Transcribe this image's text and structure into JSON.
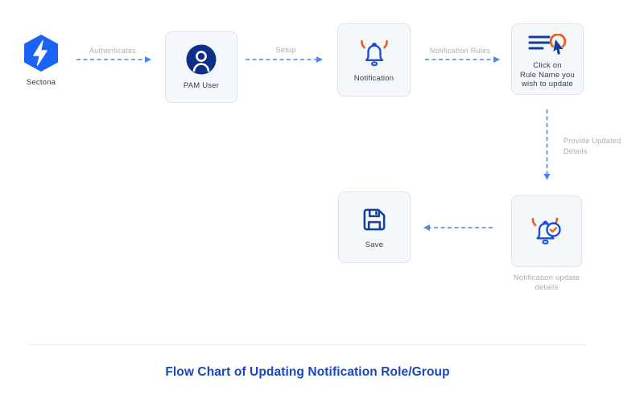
{
  "title": "Flow Chart of Updating Notification Role/Group",
  "nodes": {
    "sectona": {
      "label": "Sectona",
      "icon": "sectona-logo"
    },
    "pam_user": {
      "label": "PAM User",
      "icon": "user-icon"
    },
    "notification": {
      "label": "Notification",
      "icon": "bell-icon"
    },
    "click_rule": {
      "label": "Click on\nRule Name you\nwish to update",
      "icon": "rule-list-cursor-icon"
    },
    "update_details": {
      "label": "Notification update\ndetails",
      "icon": "bell-check-icon"
    },
    "save": {
      "label": "Save",
      "icon": "floppy-disk-icon"
    }
  },
  "edges": {
    "authenticates": {
      "label": "Authenticates"
    },
    "setup": {
      "label": "Setup"
    },
    "notification_rules": {
      "label": "Notification Rules"
    },
    "provide_updated_details": {
      "label": "Provide Updated\nDetails"
    },
    "save_edge": {
      "label": ""
    }
  },
  "colors": {
    "brand_blue": "#1b63f5",
    "navy": "#0e2f87",
    "icon_blue": "#1d4ed8",
    "orange": "#f4591c",
    "arrow_blue": "#4a86f1",
    "label_gray": "#a8aeb8",
    "box_bg": "#f4f7fc",
    "box_border": "#dce4f0",
    "title_blue": "#1747c1"
  }
}
